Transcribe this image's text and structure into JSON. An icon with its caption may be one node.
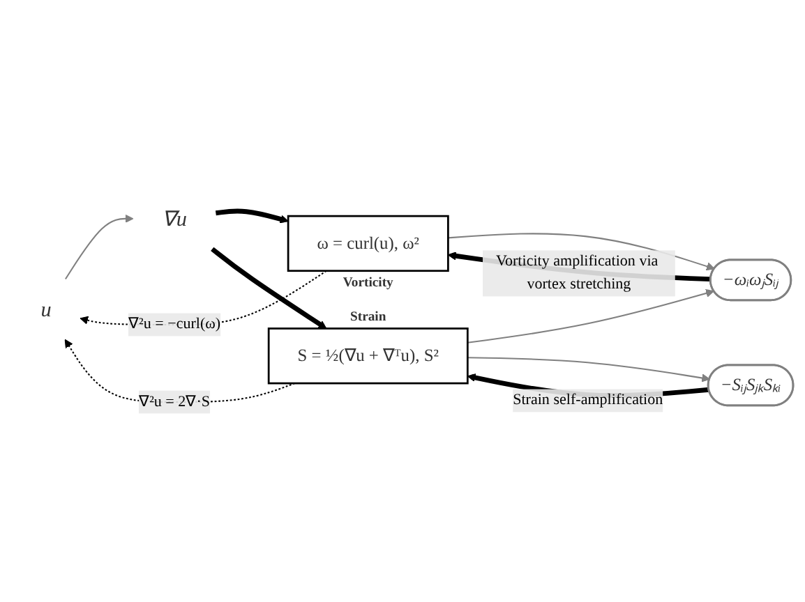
{
  "diagram": {
    "nodes": [
      {
        "text": [
          "u"
        ]
      },
      {
        "text": [
          "∇u"
        ]
      },
      {
        "text": [
          "ω = curl(u), ω²"
        ],
        "beside": [
          "Vorticity"
        ]
      },
      {
        "text": [
          "S = ½(∇u + ∇ᵀu), S²"
        ],
        "beside": [
          "Strain"
        ]
      },
      {
        "text": [
          "−ωᵢωⱼSᵢⱼ"
        ]
      },
      {
        "text": [
          "−SᵢⱼSⱼₖSₖᵢ"
        ]
      }
    ],
    "edges": [
      {
        "from": 0,
        "to": 1,
        "arrow": "to",
        "color": "#808080"
      },
      {
        "from": 1,
        "to": 2,
        "arrow": "to",
        "style": "thick"
      },
      {
        "from": 1,
        "to": 3,
        "arrow": "to",
        "style": "thick"
      },
      {
        "from": 2,
        "to": 0,
        "arrow": "to",
        "style": "dashed",
        "label": "∇²u = −curl(ω)"
      },
      {
        "from": 3,
        "to": 0,
        "arrow": "to",
        "style": "dashed",
        "label": "∇²u = 2∇·S"
      },
      {
        "from": 2,
        "to": 4,
        "arrow": "to",
        "color": "#808080"
      },
      {
        "from": 3,
        "to": 4,
        "arrow": "to",
        "color": "#808080"
      },
      {
        "from": 3,
        "to": 5,
        "arrow": "to",
        "color": "#808080"
      },
      {
        "from": 4,
        "to": 2,
        "arrow": "to",
        "style": "thick",
        "label": "Vorticity amplification via vortex stretching"
      },
      {
        "from": 5,
        "to": 3,
        "arrow": "to",
        "style": "thick",
        "label": "Strain self-amplification"
      }
    ]
  }
}
